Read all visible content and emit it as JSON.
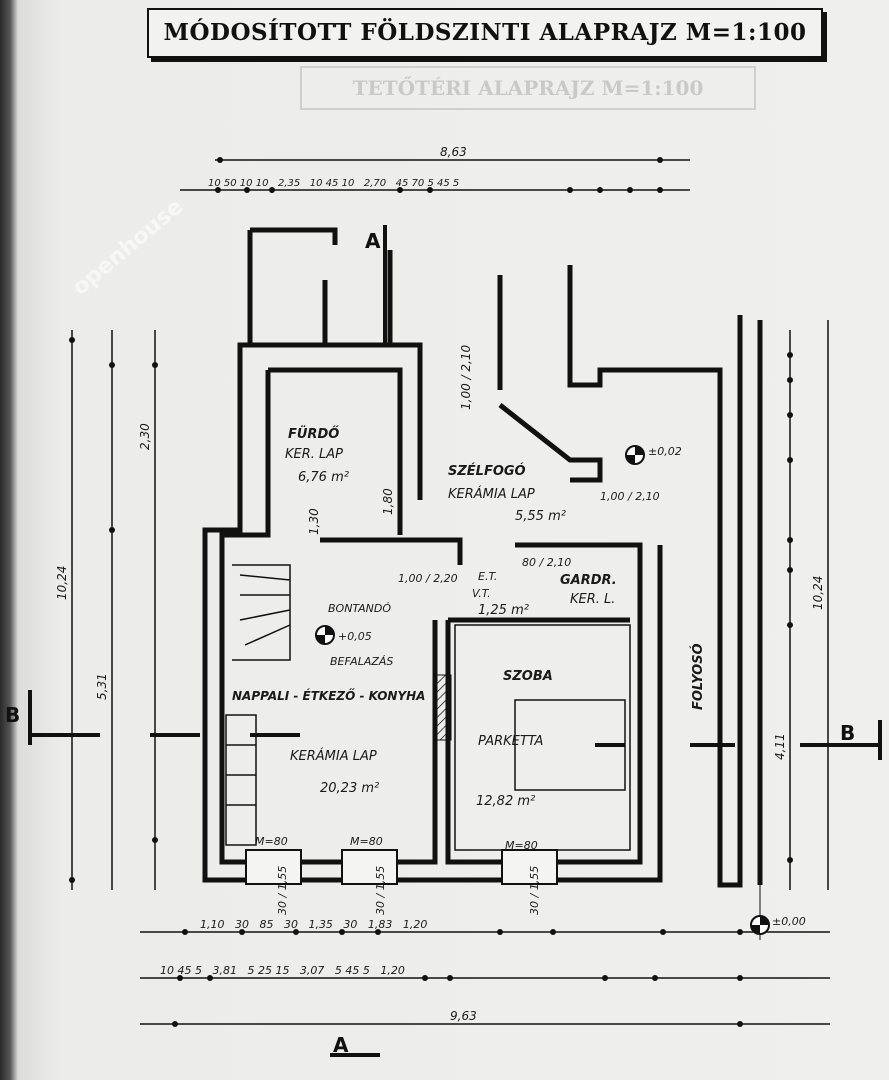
{
  "title": "MÓDOSÍTOTT FÖLDSZINTI ALAPRAJZ M=1:100",
  "background_title": "TETŐTÉRI ALAPRAJZ M=1:100",
  "watermark": "openhouse",
  "rooms": [
    {
      "name": "FÜRDŐ",
      "floor": "KER. LAP",
      "area": "6,76 m²"
    },
    {
      "name": "SZÉLFOGÓ",
      "floor": "KERÁMIA LAP",
      "area": "5,55 m²"
    },
    {
      "name": "NAPPALI - ÉTKEZŐ - KONYHA",
      "floor": "KERÁMIA LAP",
      "area": "20,23 m²"
    },
    {
      "name": "SZOBA",
      "floor": "PARKETTA",
      "area": "12,82 m²"
    },
    {
      "name": "GARDR.",
      "floor": "KER. L.",
      "area": "1,25 m²"
    },
    {
      "name": "FOLYOSÓ"
    }
  ],
  "notes": {
    "et": "E.T.",
    "vt": "V.T.",
    "bontando": "BONTANDÓ",
    "befalazas": "BEFALAZÁS",
    "door1": "1,00 / 2,10",
    "door2": "80 / 2,10",
    "door3": "1,00 / 2,20"
  },
  "levels": {
    "level1": "±0,02",
    "level2": "+0,05",
    "level3": "±0,00"
  },
  "windows": [
    "M=80",
    "M=80",
    "M=80"
  ],
  "window_sill": [
    "30 / 1,55",
    "30 / 1,55",
    "30 / 1,55"
  ],
  "sections": {
    "a_top": "A",
    "a_bottom": "A",
    "b_left": "B",
    "b_right": "B"
  },
  "dimensions": {
    "top_total": "8,63",
    "top_chain": "10 50 10 10   2,35   10 45 10   2,70   45 70 5 45 5",
    "bottom_chain1": "1,10   30   85   30   1,35   30   1,83   1,20",
    "bottom_chain2": "10 45 5   3,81   5 25 15   3,07   5 45 5   1,20",
    "bottom_total": "9,63",
    "left_total": "10,24",
    "left_sub": "5,31",
    "left_sub2": "2,30",
    "right_total": "10,24",
    "right_sub": "4,11",
    "inner1": "1,30",
    "inner2": "1,80",
    "inner3": "1,00 / 2,10"
  }
}
